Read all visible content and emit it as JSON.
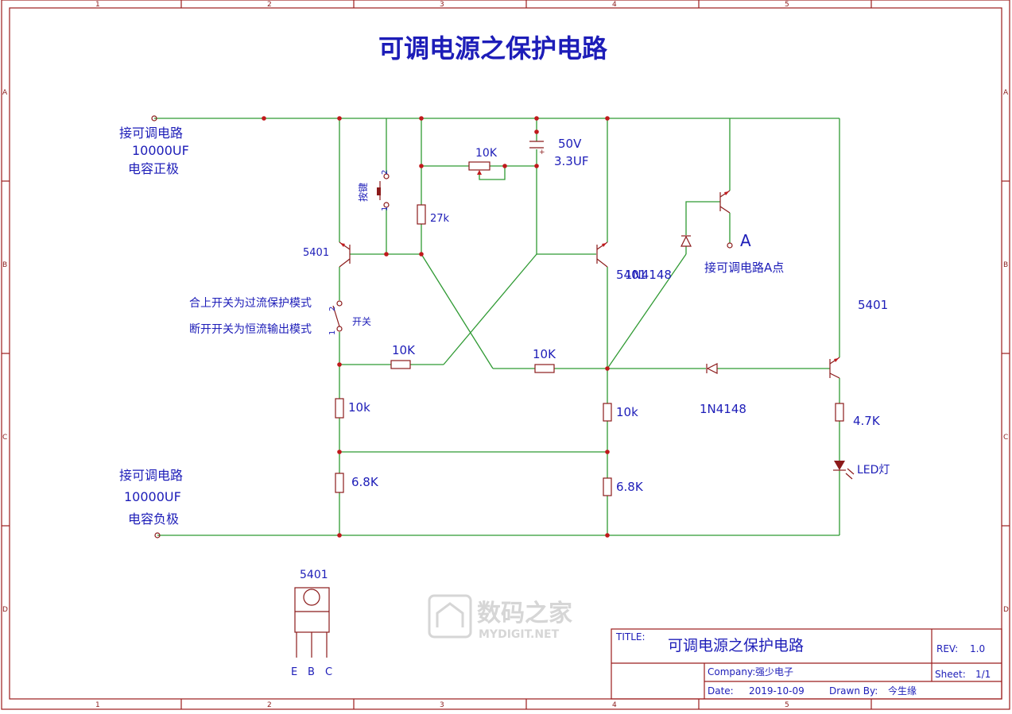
{
  "title": "可调电源之保护电路",
  "frame": {
    "columns": [
      "1",
      "2",
      "3",
      "4",
      "5"
    ],
    "rows": [
      "A",
      "B",
      "C",
      "D"
    ]
  },
  "labels": {
    "pos_in_1": "接可调电路",
    "pos_in_2": "10000UF",
    "pos_in_3": "电容正极",
    "neg_in_1": "接可调电路",
    "neg_in_2": "10000UF",
    "neg_in_3": "电容负极",
    "button": "按键",
    "pin_1": "1",
    "pin_2": "2",
    "r_27k": "27k",
    "pot_10k": "10K",
    "cap_v": "50V",
    "cap_c": "3.3UF",
    "q1": "5401",
    "q2_overlap_a": "5401",
    "q2_overlap_b": "1N4148",
    "point_a": "A",
    "point_a_desc": "接可调电路A点",
    "q3": "5401",
    "switch_on": "合上开关为过流保护模式",
    "switch_off": "断开开关为恒流输出模式",
    "switch": "开关",
    "r_10k_left": "10K",
    "r_10k_mid": "10K",
    "diode": "1N4148",
    "r_10k_a": "10k",
    "r_10k_b": "10k",
    "r_47k": "4.7K",
    "led": "LED灯",
    "r_68k_a": "6.8K",
    "r_68k_b": "6.8K",
    "package_name": "5401",
    "pin_e": "E",
    "pin_b": "B",
    "pin_c": "C"
  },
  "watermark": {
    "cn": "数码之家",
    "en": "MYDIGIT.NET"
  },
  "title_block": {
    "title_label": "TITLE:",
    "title_value": "可调电源之保护电路",
    "rev_label": "REV:",
    "rev_value": "1.0",
    "company_label": "Company:",
    "company_value": "强少电子",
    "sheet_label": "Sheet:",
    "sheet_value": "1/1",
    "date_label": "Date:",
    "date_value": "2019-10-09",
    "drawn_label": "Drawn By:",
    "drawn_value": "今生缘"
  },
  "colors": {
    "frame": "#8b1a1a",
    "wire": "#2f9a33",
    "text": "#1d1db8",
    "junction": "#c0191c"
  }
}
